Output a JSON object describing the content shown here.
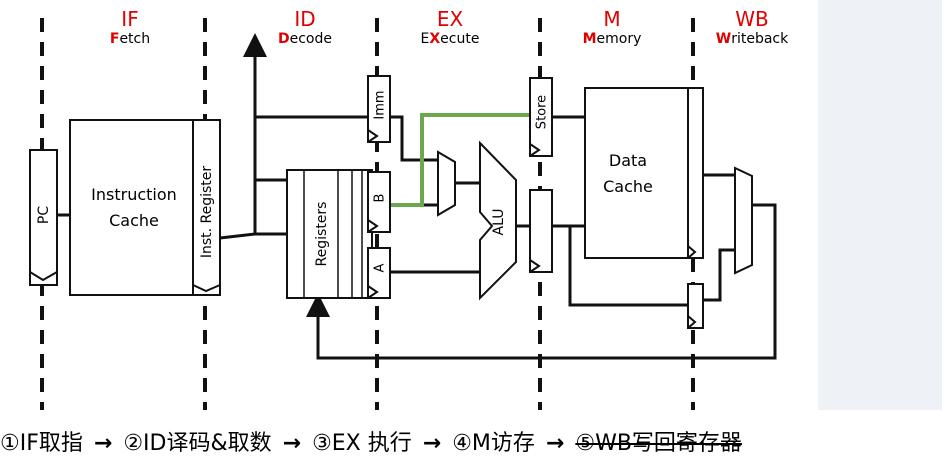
{
  "stages": [
    {
      "abbr": "IF",
      "lead": "F",
      "rest": "etch",
      "mid": "",
      "tail": ""
    },
    {
      "abbr": "ID",
      "lead": "D",
      "rest": "ecode",
      "mid": "",
      "tail": ""
    },
    {
      "abbr": "EX",
      "lead": "E",
      "rest": "",
      "mid": "X",
      "tail": "ecute"
    },
    {
      "abbr": "M",
      "lead": "M",
      "rest": "emory",
      "mid": "",
      "tail": ""
    },
    {
      "abbr": "WB",
      "lead": "W",
      "rest": "riteback",
      "mid": "",
      "tail": ""
    }
  ],
  "blocks": {
    "pc": "PC",
    "icache_line1": "Instruction",
    "icache_line2": "Cache",
    "inst_register": "Inst. Register",
    "registers": "Registers",
    "imm": "Imm",
    "reg_b": "B",
    "reg_a": "A",
    "alu": "ALU",
    "store": "Store",
    "dcache_line1": "Data",
    "dcache_line2": "Cache"
  },
  "caption": {
    "steps": [
      "①IF取指",
      "②ID译码&取数",
      "③EX 执行",
      "④M访存",
      "⑤WB写回寄存器"
    ],
    "arrow": "→"
  },
  "colors": {
    "stage_red": "#e00000",
    "green_path": "#6aa84f",
    "side_panel": "#eef1f6",
    "stroke": "#111111"
  }
}
